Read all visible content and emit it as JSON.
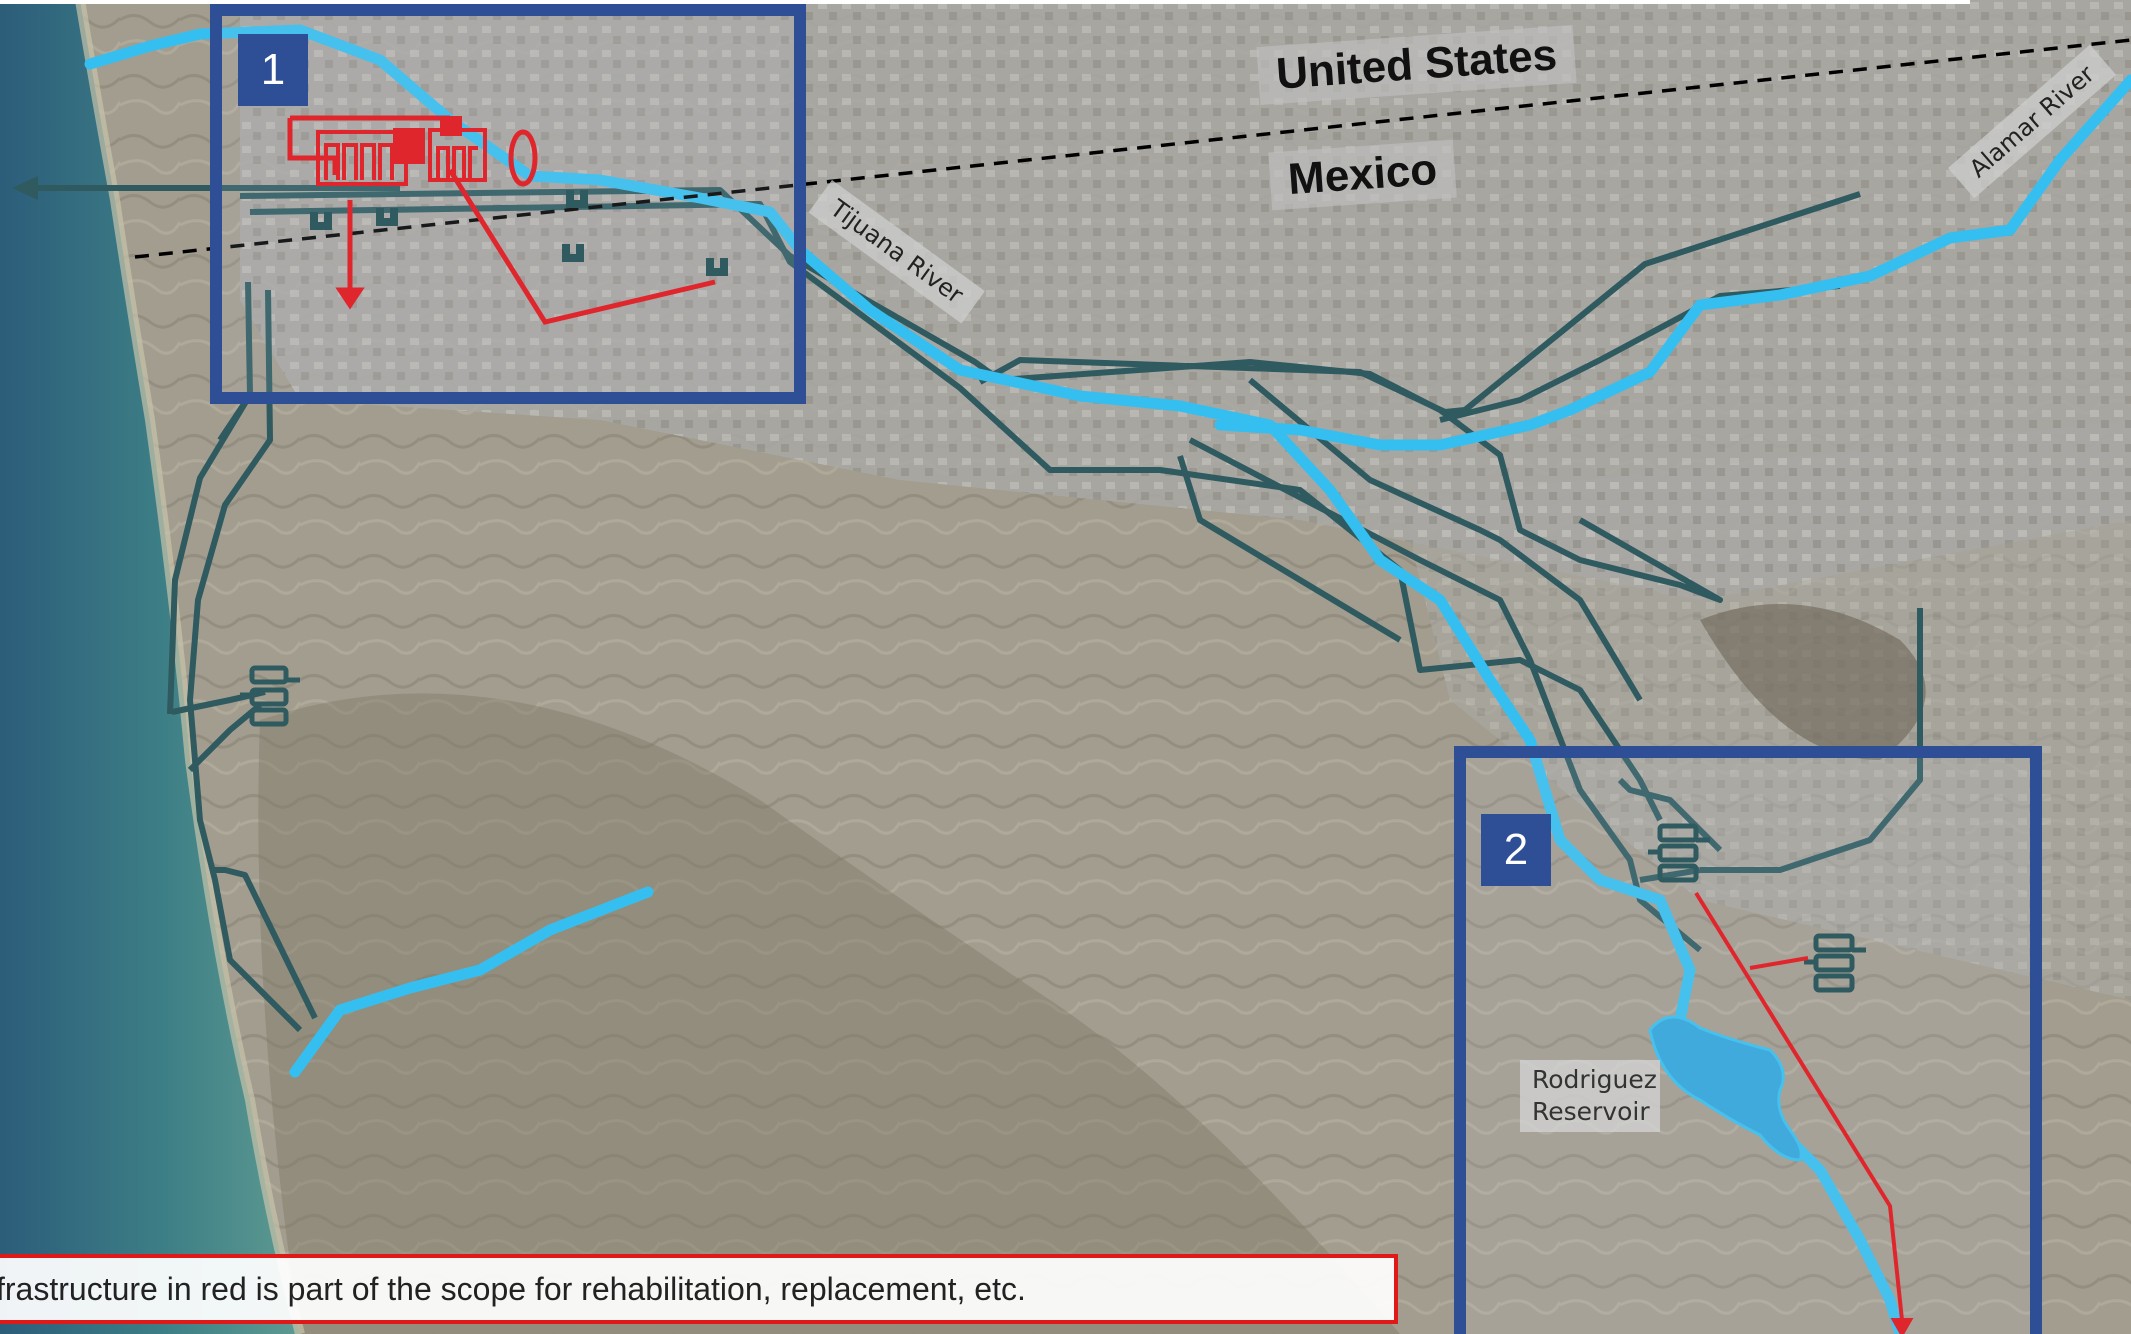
{
  "map": {
    "countries": {
      "north": "United States",
      "south": "Mexico"
    },
    "rivers": {
      "tijuana": "Tijuana River",
      "alamar": "Alamar River"
    },
    "insets": [
      {
        "number": "1"
      },
      {
        "number": "2"
      }
    ],
    "reservoir": {
      "line1": "Rodriguez",
      "line2": "Reservoir"
    },
    "scope_note": "frastructure in red is part of the scope for rehabilitation, replacement, etc."
  },
  "colors": {
    "river": "#35bff0",
    "pipeline": "#2e5a60",
    "scope_red": "#e0262d",
    "inset_frame": "#2e4f96",
    "border_line": "#000000"
  },
  "icons": [
    "water-treatment-plant-icon",
    "pump-station-icon",
    "ocean-outfall-icon",
    "pump-station-tank-icon"
  ]
}
